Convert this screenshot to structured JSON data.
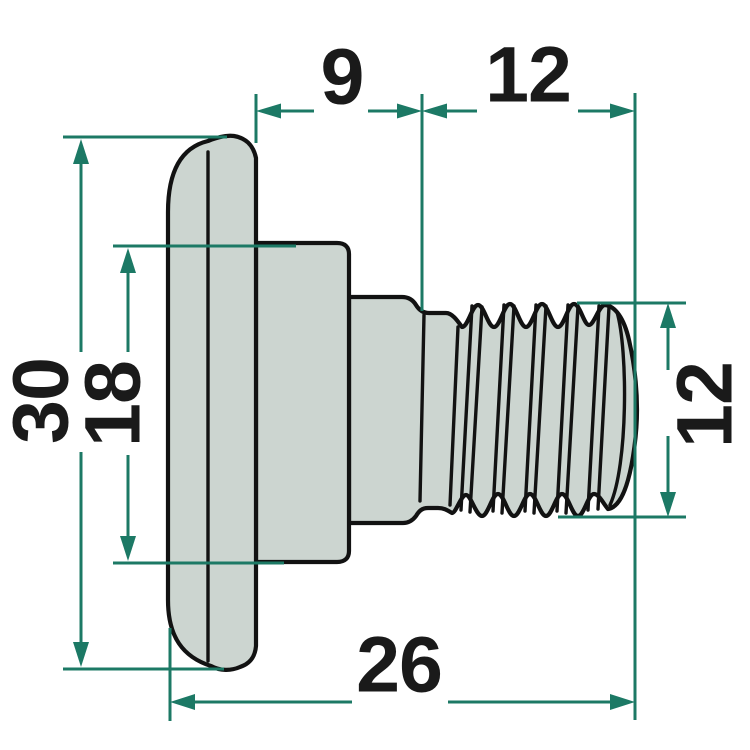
{
  "drawing": {
    "dims": [
      {
        "name": "shank-length",
        "label": "9",
        "placement": "top-left"
      },
      {
        "name": "thread-length",
        "label": "12",
        "placement": "top-right"
      },
      {
        "name": "flange-diameter",
        "label": "30",
        "placement": "left-outer"
      },
      {
        "name": "hub-diameter",
        "label": "18",
        "placement": "left-inner"
      },
      {
        "name": "thread-diameter",
        "label": "12",
        "placement": "right"
      },
      {
        "name": "overall-length",
        "label": "26",
        "placement": "bottom"
      }
    ],
    "colors": {
      "dimension": "#1c7965",
      "part_fill": "#ccd5d0",
      "outline": "#121212",
      "label_text": "#1a1a1a",
      "background": "#ffffff"
    }
  }
}
